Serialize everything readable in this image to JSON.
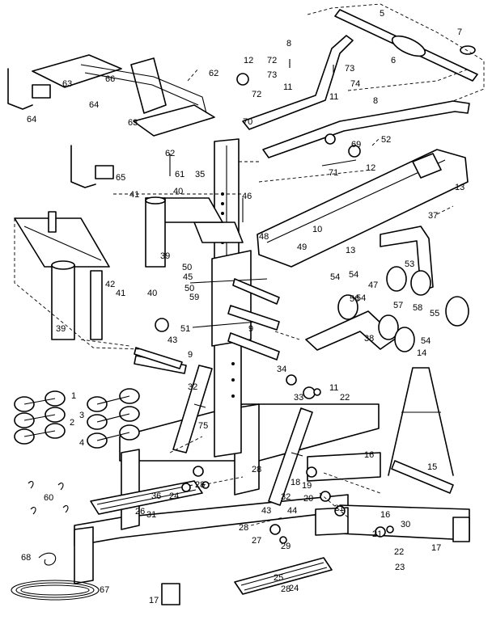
{
  "diagram": {
    "callouts": [
      "1",
      "2",
      "3",
      "4",
      "5",
      "6",
      "7",
      "8",
      "8",
      "9",
      "9",
      "10",
      "11",
      "11",
      "11",
      "12",
      "12",
      "13",
      "13",
      "14",
      "15",
      "16",
      "16",
      "17",
      "17",
      "18",
      "19",
      "20",
      "21",
      "21",
      "22",
      "22",
      "23",
      "24",
      "24",
      "25",
      "26",
      "27",
      "28",
      "28",
      "28",
      "28",
      "29",
      "30",
      "31",
      "32",
      "32",
      "33",
      "34",
      "35",
      "36",
      "37",
      "38",
      "39",
      "39",
      "40",
      "40",
      "41",
      "41",
      "42",
      "43",
      "43",
      "44",
      "45",
      "46",
      "47",
      "48",
      "49",
      "50",
      "50",
      "51",
      "52",
      "53",
      "54",
      "54",
      "54",
      "54",
      "55",
      "56",
      "57",
      "58",
      "59",
      "60",
      "61",
      "62",
      "62",
      "63",
      "63",
      "64",
      "64",
      "65",
      "66",
      "67",
      "68",
      "69",
      "70",
      "71",
      "72",
      "72",
      "73",
      "73",
      "74",
      "75"
    ]
  }
}
